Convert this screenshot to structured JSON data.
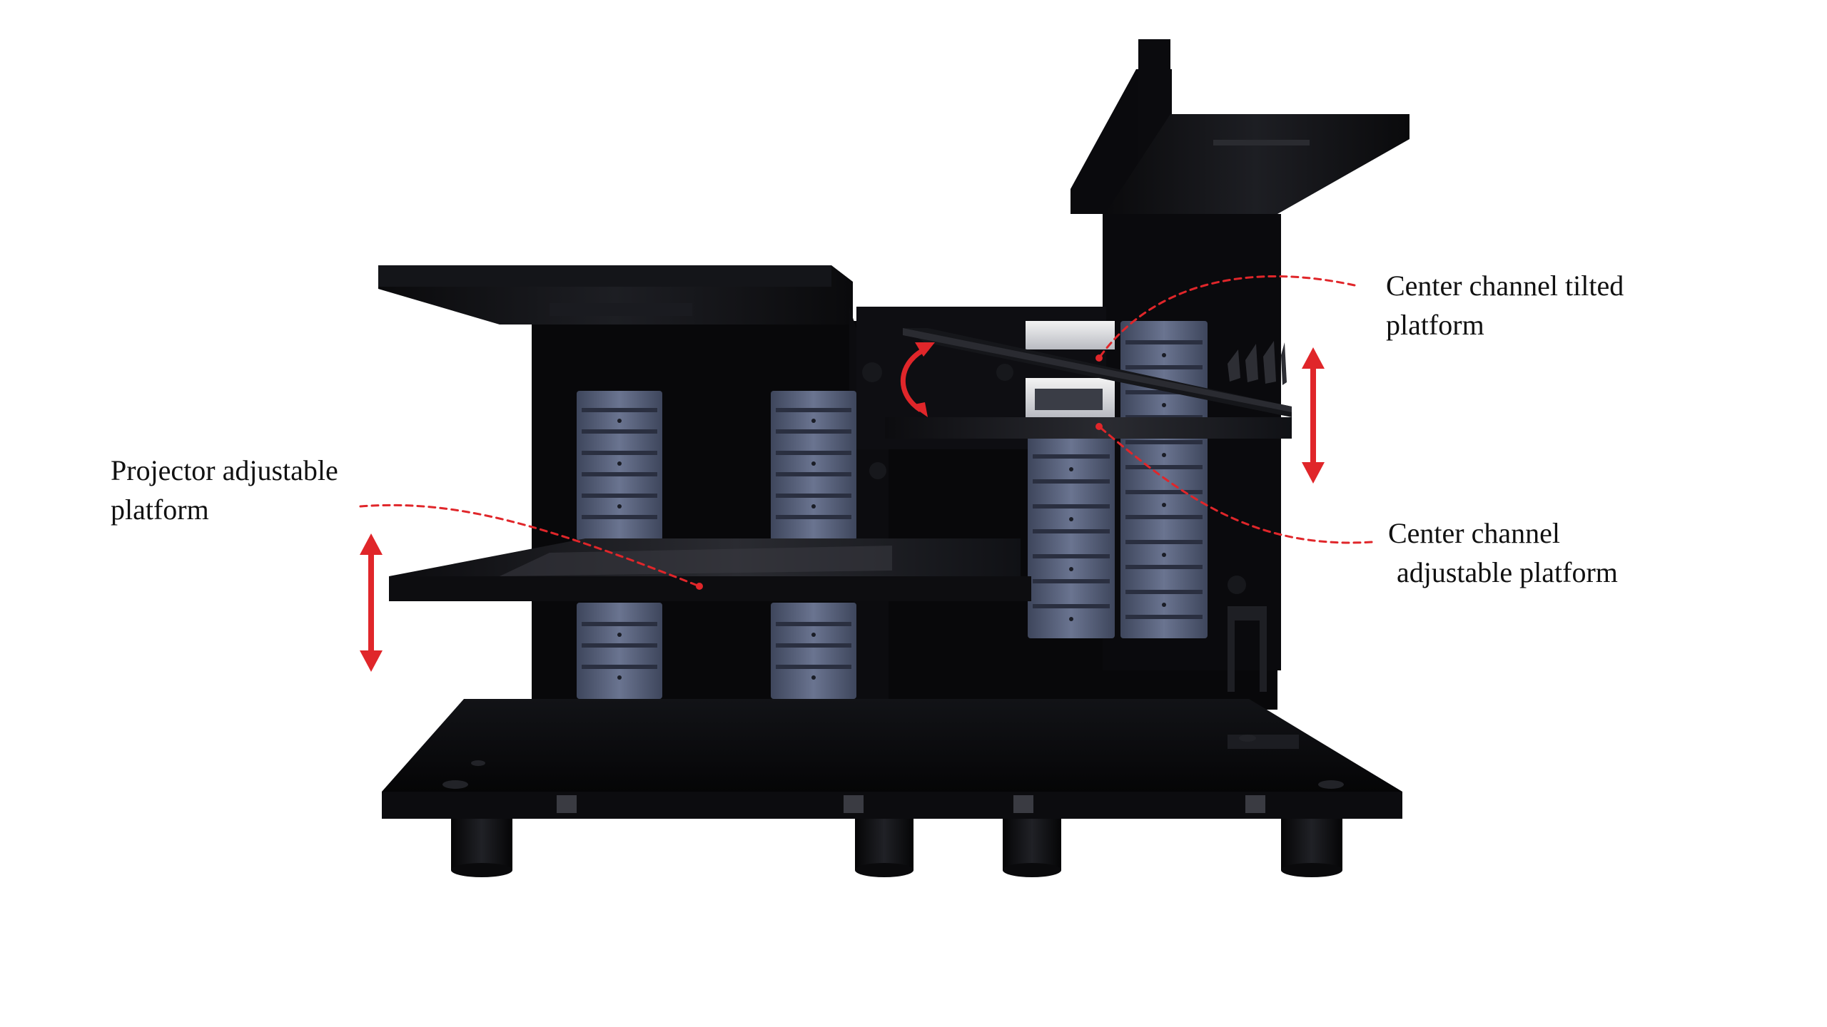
{
  "callouts": {
    "projector": {
      "line1": "Projector adjustable",
      "line2": "platform"
    },
    "tilted": {
      "line1": "Center channel tilted",
      "line2": "platform"
    },
    "center": {
      "line1": "Center channel",
      "line2": "adjustable platform"
    }
  },
  "colors": {
    "background": "#ffffff",
    "cabinet": "#0c0d10",
    "cabinet_edge": "#1c1d22",
    "foam_panel": "#5c6680",
    "annotation": "#e0262a",
    "text": "#111111"
  },
  "icons": {
    "vertical_arrow": "double-headed-vertical-arrow",
    "rotation_arrow": "curved-double-headed-arrow"
  }
}
